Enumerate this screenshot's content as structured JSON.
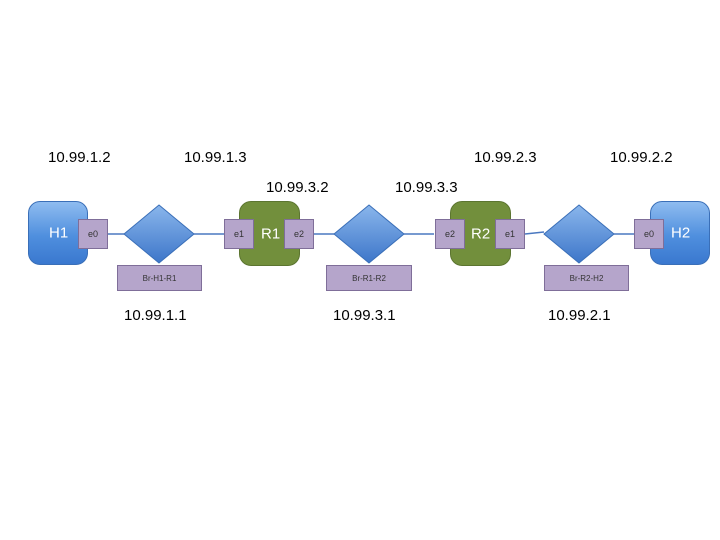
{
  "colors": {
    "host": "#4f8fde",
    "router": "#728f3c",
    "bridge": "#5b8ed6",
    "interface": "#b5a5cb",
    "link": "#4a78c0"
  },
  "ip_addresses": {
    "h1_e0": "10.99.1.2",
    "r1_e1": "10.99.1.3",
    "r1_e2": "10.99.3.2",
    "r2_e2": "10.99.3.3",
    "r2_e1": "10.99.2.3",
    "h2_e0": "10.99.2.2",
    "br_h1_r1": "10.99.1.1",
    "br_r1_r2": "10.99.3.1",
    "br_r2_h2": "10.99.2.1"
  },
  "hosts": {
    "h1": {
      "label": "H1",
      "iface": "e0"
    },
    "h2": {
      "label": "H2",
      "iface": "e0"
    }
  },
  "routers": {
    "r1": {
      "label": "R1",
      "iface_left": "e1",
      "iface_right": "e2"
    },
    "r2": {
      "label": "R2",
      "iface_left": "e2",
      "iface_right": "e1"
    }
  },
  "bridges": {
    "br1": {
      "label": "Br-H1-R1"
    },
    "br2": {
      "label": "Br-R1-R2"
    },
    "br3": {
      "label": "Br-R2-H2"
    }
  }
}
